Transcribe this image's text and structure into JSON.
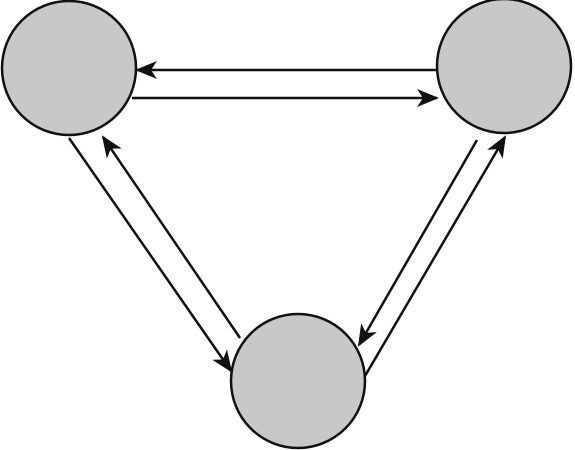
{
  "diagram": {
    "type": "directed-graph",
    "colors": {
      "node_fill": "#c8c8c8",
      "stroke": "#111111",
      "background": "#ffffff"
    },
    "nodes": [
      {
        "id": "top-left",
        "label": ""
      },
      {
        "id": "top-right",
        "label": ""
      },
      {
        "id": "bottom",
        "label": ""
      }
    ],
    "edges": [
      {
        "from": "top-right",
        "to": "top-left"
      },
      {
        "from": "top-left",
        "to": "top-right"
      },
      {
        "from": "top-left",
        "to": "bottom"
      },
      {
        "from": "bottom",
        "to": "top-left"
      },
      {
        "from": "top-right",
        "to": "bottom"
      },
      {
        "from": "bottom",
        "to": "top-right"
      }
    ]
  }
}
